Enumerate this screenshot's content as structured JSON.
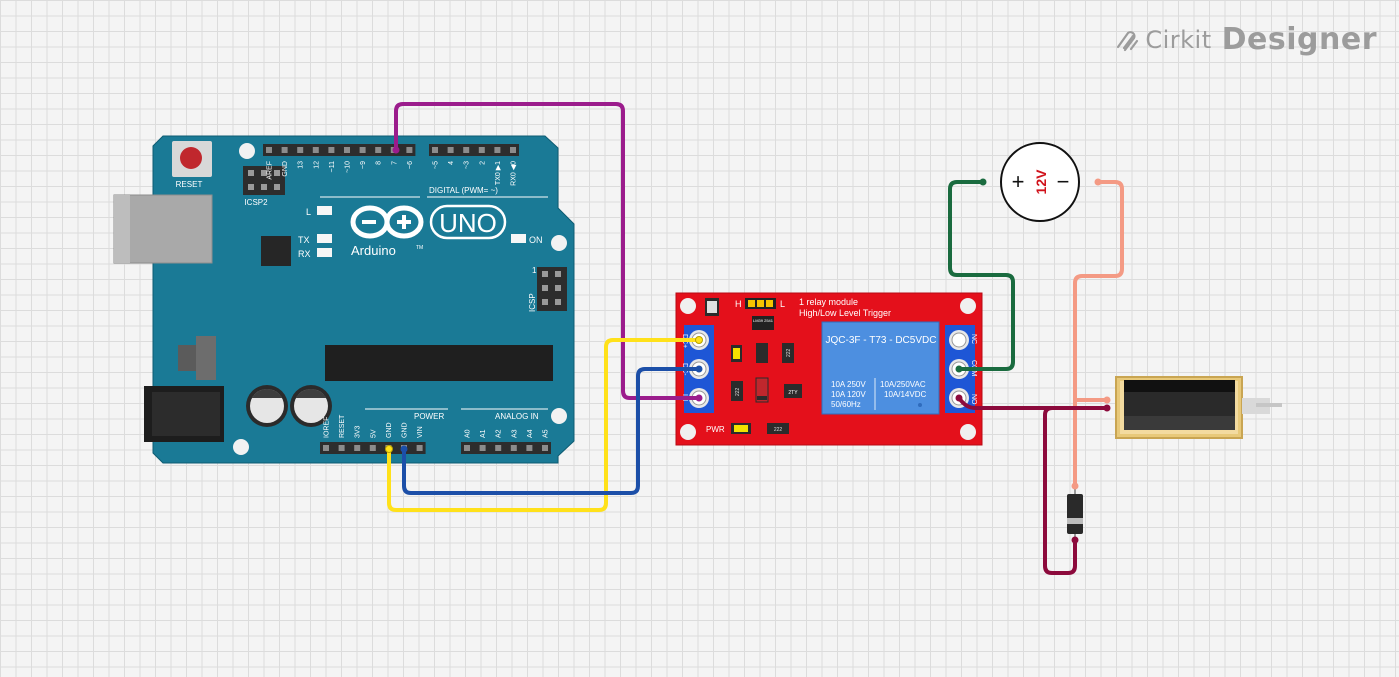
{
  "brand": {
    "name": "Cirkit",
    "product": "Designer"
  },
  "arduino": {
    "reset": "RESET",
    "icsp2": "ICSP2",
    "icsp": "ICSP",
    "icsp_pin1": "1",
    "digital_label": "DIGITAL (PWM= ",
    "digital_tilde": "~",
    "digital_close": ")",
    "brand": "Arduino",
    "model": "UNO",
    "tm": "TM",
    "led_l": "L",
    "led_tx": "TX",
    "led_rx": "RX",
    "led_on": "ON",
    "power_label": "POWER",
    "analog_label": "ANALOG IN",
    "digital_pins": [
      "AREF",
      "GND",
      "13",
      "12",
      "~11",
      "~10",
      "~9",
      "8",
      "7",
      "~6",
      "~5",
      "4",
      "~3",
      "2",
      "TX0 ▶1",
      "RX0 ◀0"
    ],
    "power_pins": [
      "IOREF",
      "RESET",
      "3V3",
      "5V",
      "GND",
      "GND",
      "VIN"
    ],
    "analog_pins": [
      "A0",
      "A1",
      "A2",
      "A3",
      "A4",
      "A5"
    ]
  },
  "relay": {
    "title": "1 relay module",
    "subtitle": "High/Low Level Trigger",
    "relay_model": "JQC-3F - T73 - DC5VDC",
    "rating_left": [
      "10A 250V",
      "10A 120V",
      "50/60Hz"
    ],
    "rating_right": [
      "10A/250VAC",
      "10A/14VDC"
    ],
    "jumper_h": "H",
    "jumper_l": "L",
    "pwr": "PWR",
    "input_pins": [
      "DC+",
      "DC-",
      "IN"
    ],
    "output_pins": [
      "NC",
      "COM",
      "NO"
    ],
    "smd_labels": [
      "222",
      "222",
      "222",
      "222",
      "2TY",
      "LM39 2541"
    ]
  },
  "battery": {
    "label": "12V",
    "plus": "+",
    "minus": "−"
  },
  "wire_colors": {
    "signal": "#9b1c8c",
    "vcc": "#ffe11a",
    "gnd": "#1c4fa8",
    "battery_pos": "#1a6b3f",
    "battery_neg": "#f49a84",
    "load": "#8c0a3c"
  }
}
